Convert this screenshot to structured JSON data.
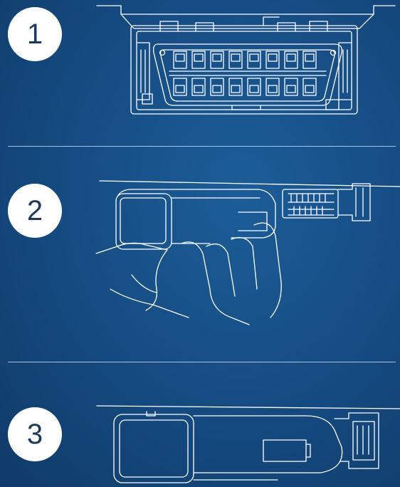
{
  "steps": [
    {
      "number": "1",
      "illustration": "obd-port-icon"
    },
    {
      "number": "2",
      "illustration": "hand-plugging-device-icon"
    },
    {
      "number": "3",
      "illustration": "device-plugged-in-icon"
    }
  ],
  "colors": {
    "background": "#154a80",
    "badge": "#ffffff",
    "badge_text": "#1d3a5c",
    "line": "#ffffff"
  }
}
